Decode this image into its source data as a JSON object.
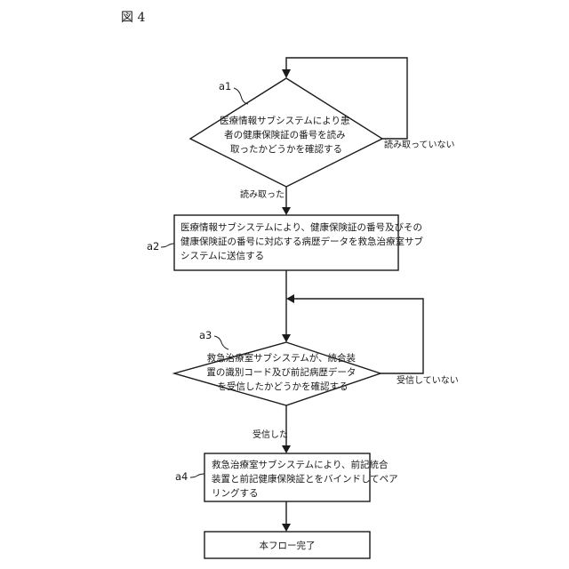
{
  "figure_label": "図 4",
  "refs": {
    "a1": "a1",
    "a2": "a2",
    "a3": "a3",
    "a4": "a4"
  },
  "decision_a1": {
    "lines": [
      "医療情報サブシステムにより患",
      "者の健康保険証の番号を読み",
      "取ったかどうかを確認する"
    ],
    "yes_label": "読み取った",
    "no_label": "読み取っていない"
  },
  "process_a2": {
    "lines": [
      "医療情報サブシステムにより、健康保険証の番号及びその",
      "健康保険証の番号に対応する病歴データを救急治療室サブ",
      "システムに送信する"
    ]
  },
  "decision_a3": {
    "lines": [
      "救急治療室サブシステムが、統合装",
      "置の識別コード及び前記病歴データ",
      "を受信したかどうかを確認する"
    ],
    "yes_label": "受信した",
    "no_label": "受信していない"
  },
  "process_a4": {
    "lines": [
      "救急治療室サブシステムにより、前記統合",
      "装置と前記健康保険証とをバインドしてペア",
      "リングする"
    ]
  },
  "end_node": {
    "label": "本フロー完了"
  }
}
